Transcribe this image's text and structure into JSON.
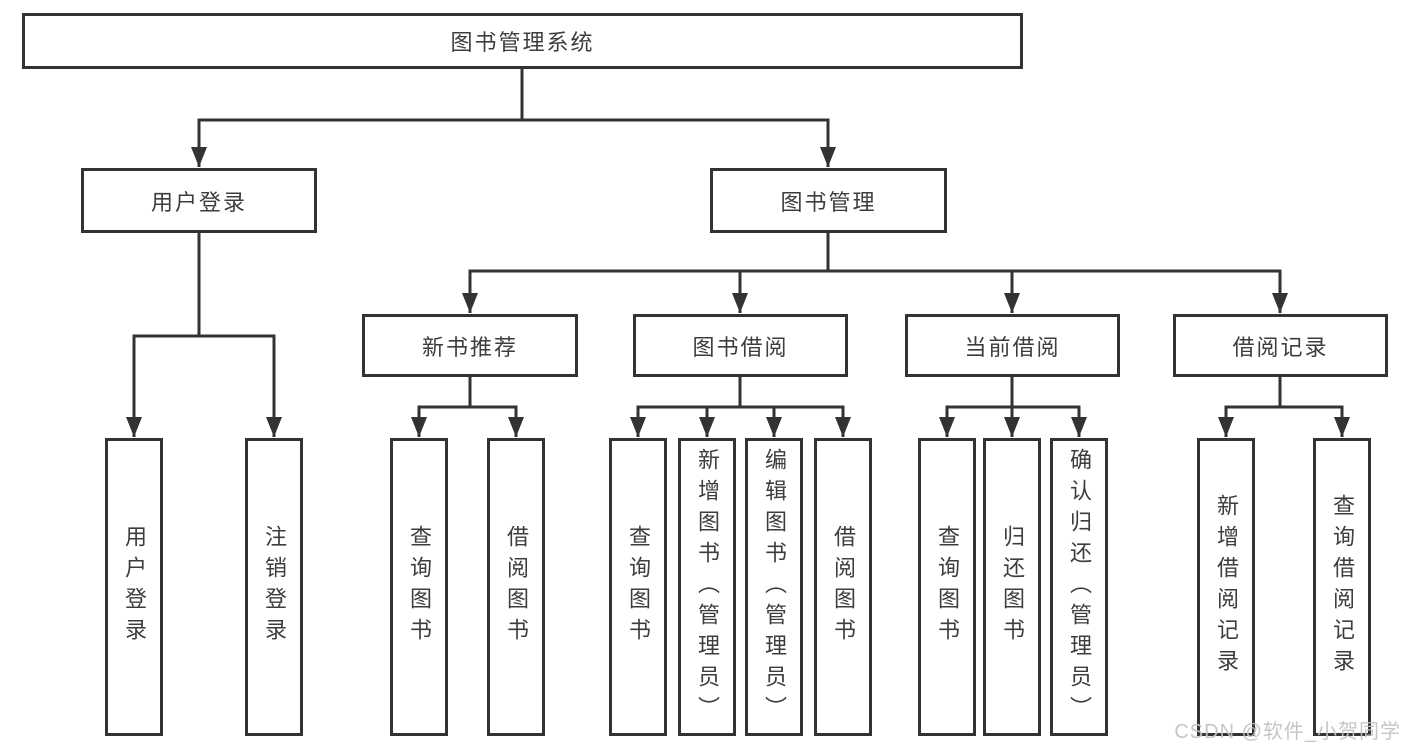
{
  "diagram_title": "图书管理系统",
  "tree": {
    "root": {
      "label": "图书管理系统",
      "children": [
        {
          "label": "用户登录",
          "children": [
            {
              "label": "用户登录"
            },
            {
              "label": "注销登录"
            }
          ]
        },
        {
          "label": "图书管理",
          "children": [
            {
              "label": "新书推荐",
              "children": [
                {
                  "label": "查询图书"
                },
                {
                  "label": "借阅图书"
                }
              ]
            },
            {
              "label": "图书借阅",
              "children": [
                {
                  "label": "查询图书"
                },
                {
                  "label": "新增图书（管理员）"
                },
                {
                  "label": "编辑图书（管理员）"
                },
                {
                  "label": "借阅图书"
                }
              ]
            },
            {
              "label": "当前借阅",
              "children": [
                {
                  "label": "查询图书"
                },
                {
                  "label": "归还图书"
                },
                {
                  "label": "确认归还（管理员）"
                }
              ]
            },
            {
              "label": "借阅记录",
              "children": [
                {
                  "label": "新增借阅记录"
                },
                {
                  "label": "查询借阅记录"
                }
              ]
            }
          ]
        }
      ]
    }
  },
  "watermark": "CSDN @软件_小贺同学",
  "colors": {
    "line": "#333333",
    "text": "#3d3d3d",
    "box_fill": "#ffffff",
    "background": "#ffffff",
    "watermark": "#c3c3c3"
  }
}
